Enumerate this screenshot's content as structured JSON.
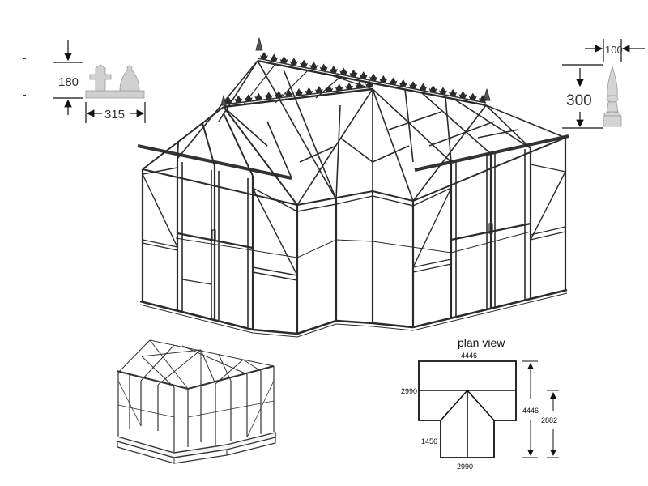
{
  "crest": {
    "height_label": "180",
    "width_label": "315",
    "side_marks": [
      "-",
      "-"
    ]
  },
  "finial": {
    "width_label": "100",
    "height_label": "300"
  },
  "plan": {
    "title": "plan view",
    "top_width": "4446",
    "left_upper": "2990",
    "total_depth": "4446",
    "right_depth": "2882",
    "left_lower": "1456",
    "bottom_width": "2990"
  },
  "colors": {
    "frame": "#2b2b2b",
    "ornament": "#c9c9c9",
    "dimension": "#111111"
  }
}
